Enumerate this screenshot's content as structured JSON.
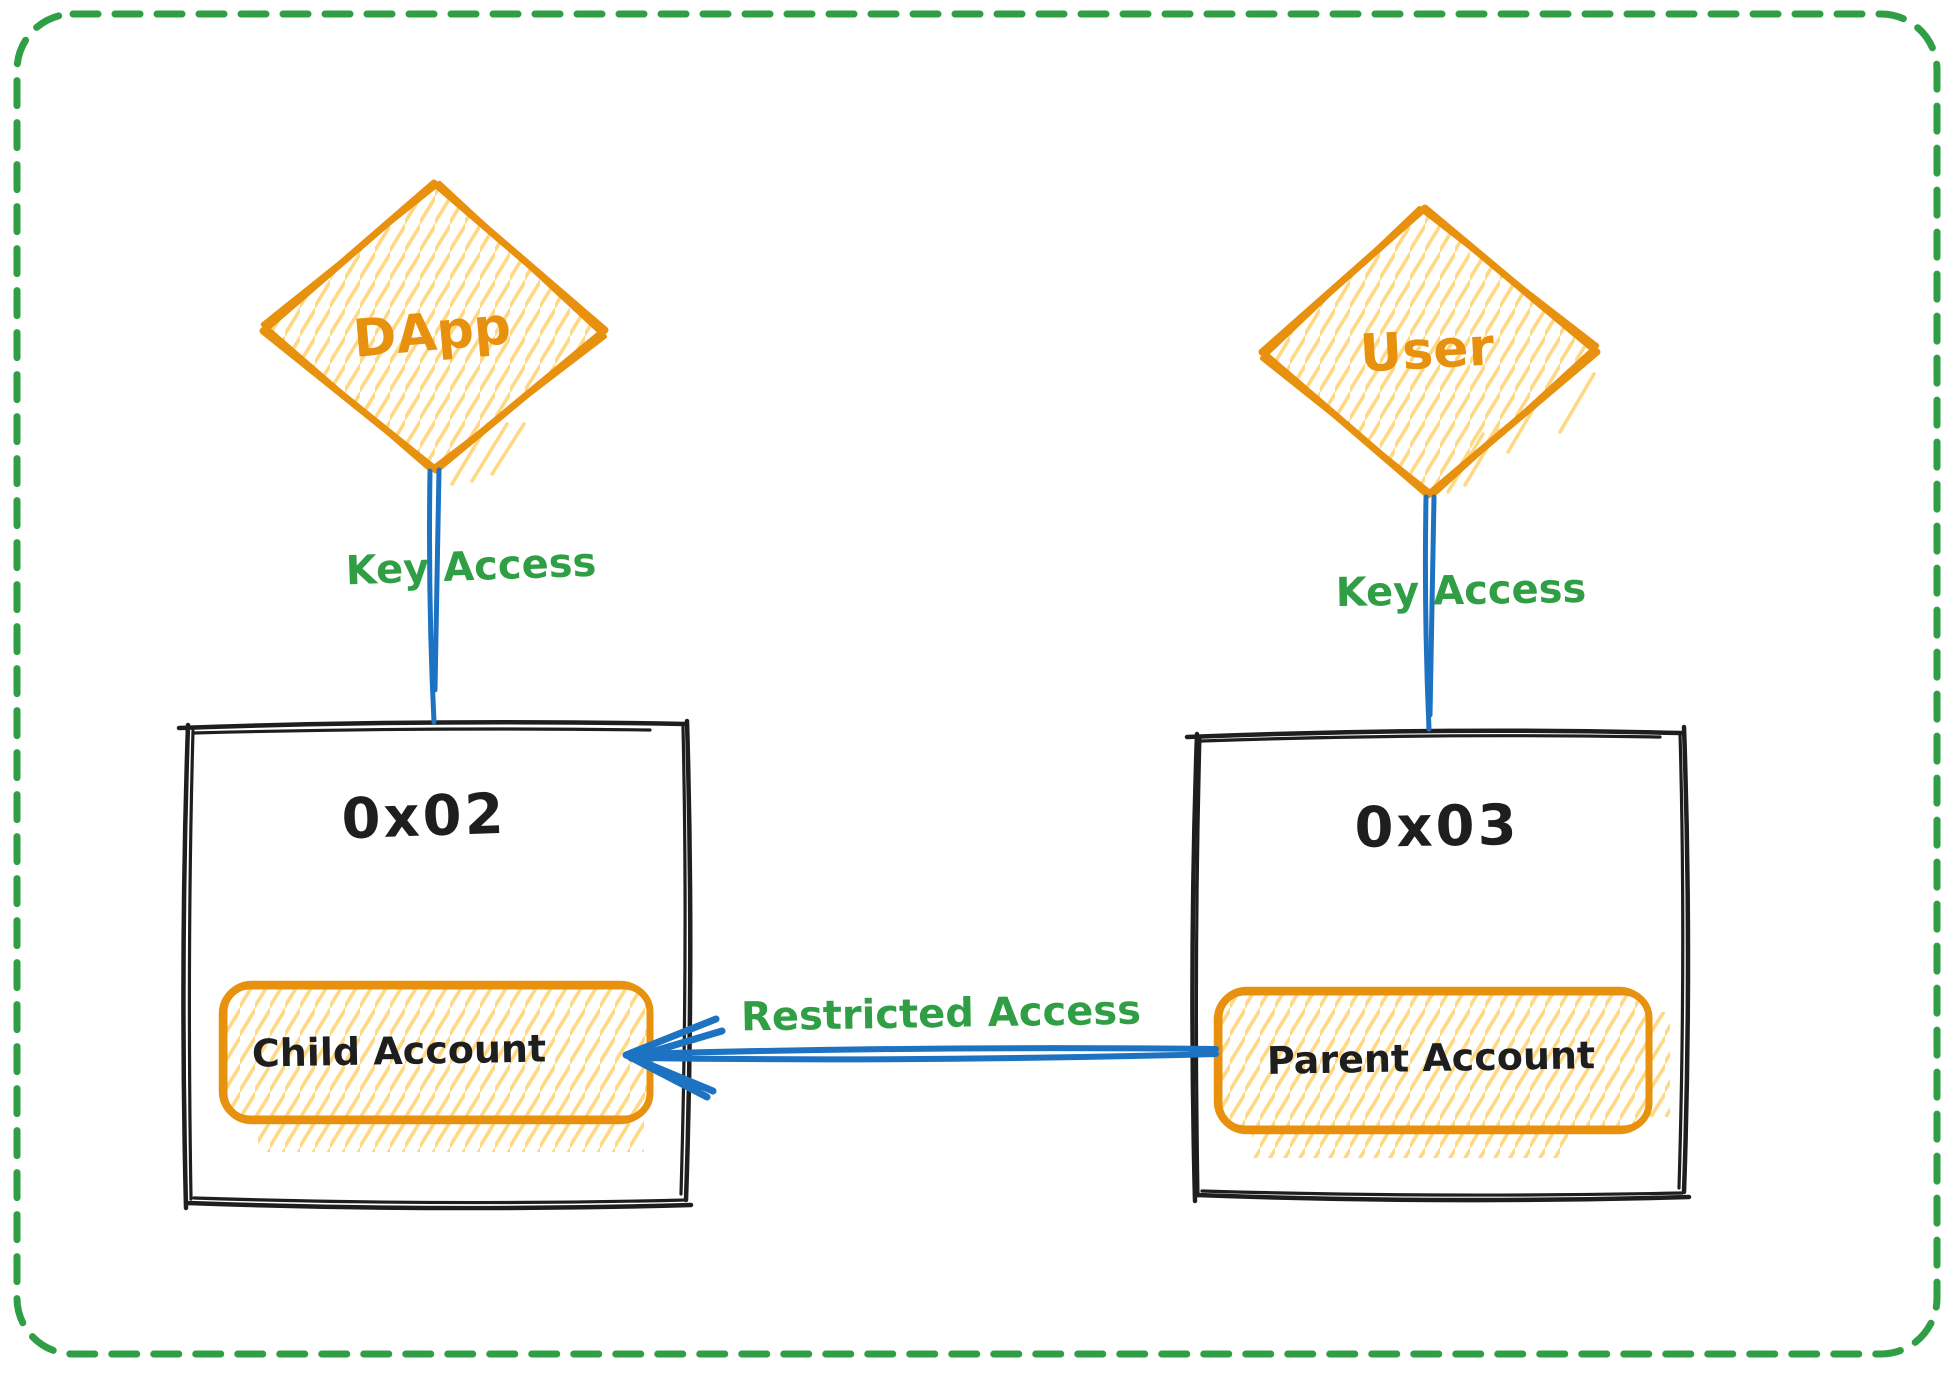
{
  "diagram": {
    "nodes": {
      "dapp": {
        "label": "DApp"
      },
      "user": {
        "label": "User"
      },
      "wallet_left": {
        "label": "0x02"
      },
      "wallet_right": {
        "label": "0x03"
      },
      "child_account": {
        "label": "Child Account"
      },
      "parent_account": {
        "label": "Parent Account"
      }
    },
    "edges": {
      "dapp_key_access": {
        "label": "Key Access"
      },
      "user_key_access": {
        "label": "Key Access"
      },
      "restricted_access": {
        "label": "Restricted Access"
      }
    }
  },
  "colors": {
    "orange": "#e8910f",
    "yellow": "#ffd883",
    "blue": "#1d72c2",
    "green": "#2f9e44",
    "ink": "#1e1e1e",
    "background": "#ffffff"
  }
}
